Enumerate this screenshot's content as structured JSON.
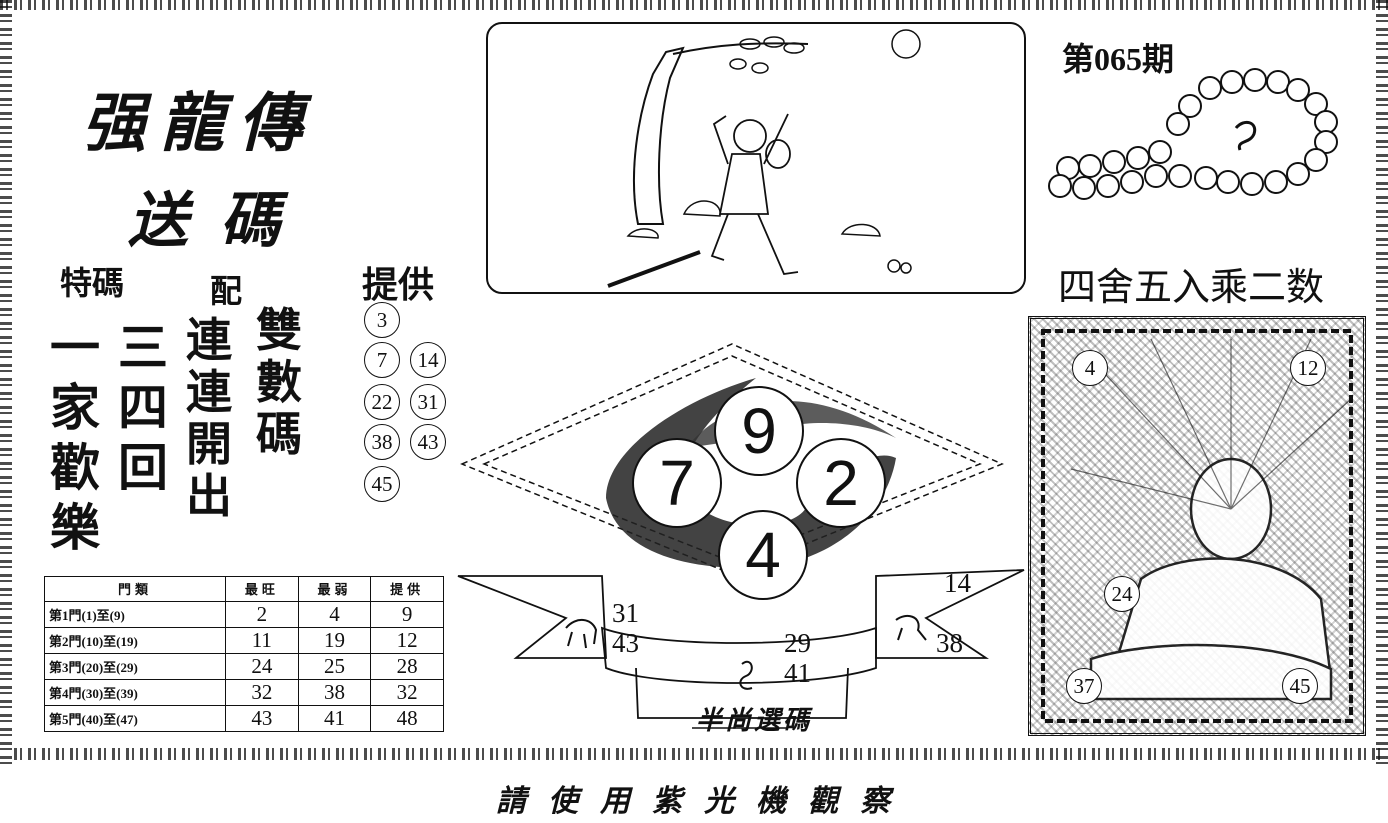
{
  "title_brush": "强龍傳",
  "subtitle_brush": "送碼",
  "issue": "第065期",
  "tema_label": "特碼",
  "pei_label": "配",
  "provide_label": "提供",
  "col1": [
    "一",
    "家",
    "歡",
    "樂"
  ],
  "col2": [
    "三",
    "四",
    "回"
  ],
  "col3": [
    "連",
    "連",
    "開",
    "出"
  ],
  "col4": [
    "雙",
    "數",
    "碼"
  ],
  "provided_numbers": [
    "3",
    "7",
    "14",
    "22",
    "31",
    "38",
    "43",
    "45"
  ],
  "center_balls": [
    "9",
    "7",
    "2",
    "4"
  ],
  "round_rule": "四舍五入乘二数",
  "ribbon_left_numbers": [
    "31",
    "43"
  ],
  "ribbon_center_numbers": [
    "29",
    "41"
  ],
  "ribbon_right_numbers": [
    "14",
    "38"
  ],
  "ribbon_caption": "半尚選碼",
  "buddha_numbers": [
    "4",
    "12",
    "24",
    "37",
    "45"
  ],
  "bottom_caption": "請使用紫光機觀察",
  "table": {
    "headers": [
      "門類",
      "最旺",
      "最弱",
      "提供"
    ],
    "rows": [
      {
        "label": "第1門(1)至(9)",
        "hot": "2",
        "cold": "4",
        "give": "9"
      },
      {
        "label": "第2門(10)至(19)",
        "hot": "11",
        "cold": "19",
        "give": "12"
      },
      {
        "label": "第3門(20)至(29)",
        "hot": "24",
        "cold": "25",
        "give": "28"
      },
      {
        "label": "第4門(30)至(39)",
        "hot": "32",
        "cold": "38",
        "give": "32"
      },
      {
        "label": "第5門(40)至(47)",
        "hot": "43",
        "cold": "41",
        "give": "48"
      }
    ]
  },
  "colors": {
    "ink": "#111111",
    "paper": "#ffffff"
  }
}
